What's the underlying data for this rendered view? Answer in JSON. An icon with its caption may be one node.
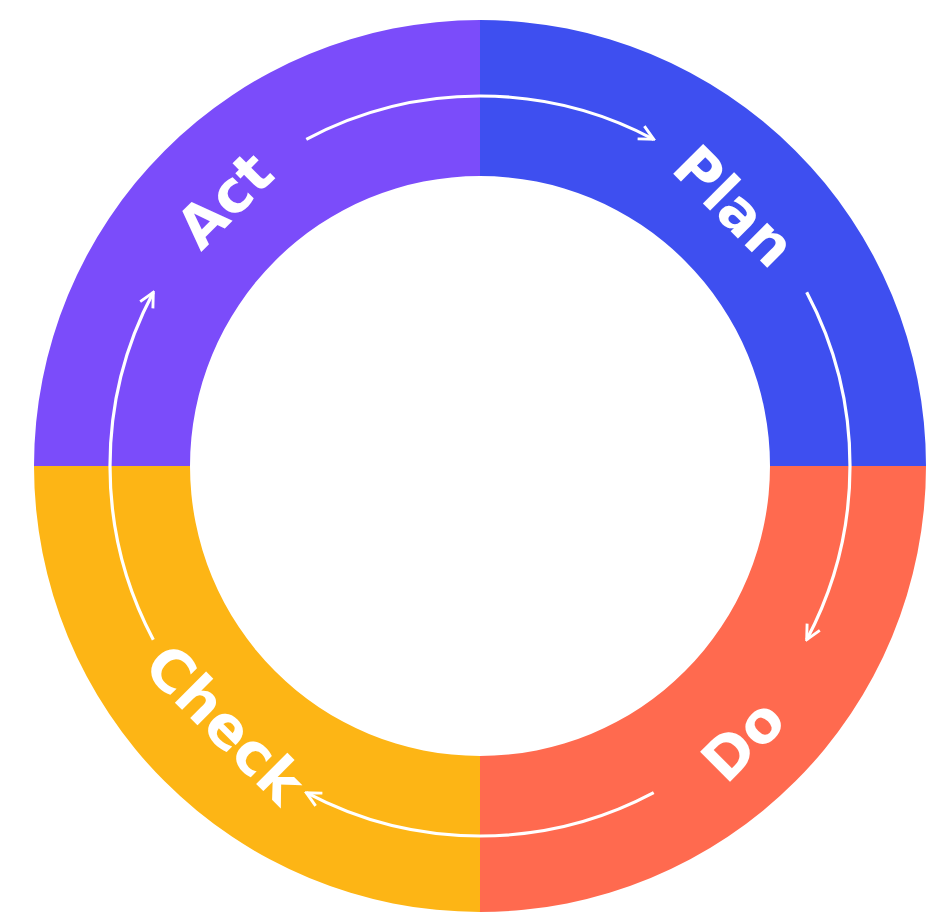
{
  "diagram": {
    "nodes": [
      {
        "text": [
          "Plan"
        ]
      },
      {
        "text": [
          "Do"
        ]
      },
      {
        "text": [
          "Check"
        ]
      },
      {
        "text": [
          "Act"
        ]
      }
    ],
    "edges": [
      {
        "from": 3,
        "to": 0,
        "arrow": "to"
      },
      {
        "from": 0,
        "to": 1,
        "arrow": "to"
      },
      {
        "from": 1,
        "to": 2,
        "arrow": "to"
      },
      {
        "from": 2,
        "to": 3,
        "arrow": "to"
      }
    ]
  }
}
